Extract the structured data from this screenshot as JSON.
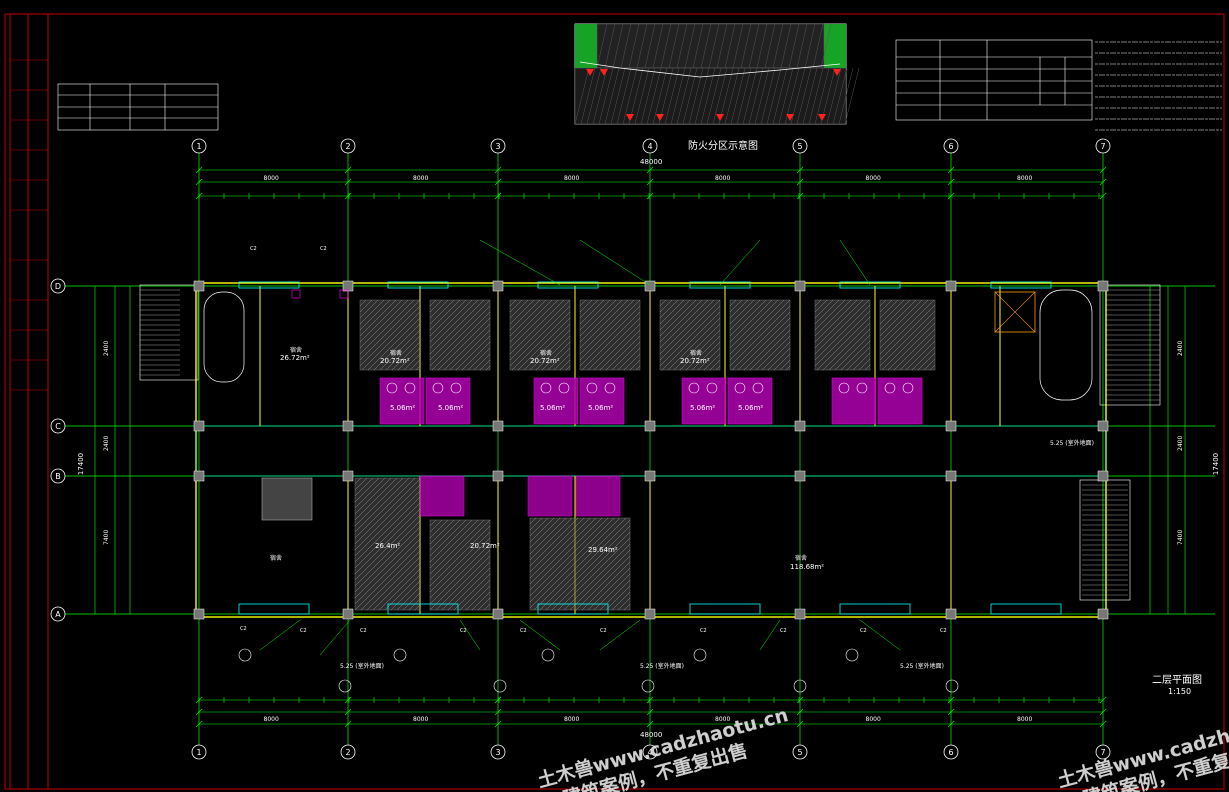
{
  "drawing": {
    "plan_title": "二层平面图",
    "plan_scale": "1:150",
    "fire_zone_title": "防火分区示意图",
    "overall_dim": "48000",
    "bay_dim": "8000",
    "axes_numbers": [
      "1",
      "2",
      "3",
      "4",
      "5",
      "6",
      "7"
    ],
    "axes_letters": [
      "D",
      "C",
      "B",
      "A"
    ],
    "axis_spacing_left": [
      "2400",
      "2400",
      "7400"
    ],
    "axis_spacing_right": [
      "2400",
      "2400",
      "7400"
    ],
    "total_depth": "17400",
    "room_areas": [
      "26.72m²",
      "20.72m²",
      "20.72m²",
      "20.72m²",
      "5.06m²",
      "5.06m²",
      "5.06m²",
      "5.06m²",
      "5.06m²",
      "5.06m²",
      "118.68m²",
      "26.4m²",
      "20.72m²",
      "29.64m²"
    ],
    "room_name": "宿舍",
    "elevations": [
      "5.25 (室外地面)",
      "5.25 (室外地面)",
      "5.25 (室外地面)",
      "5.25 (室外地面)"
    ],
    "window_tags": [
      "C2",
      "C2",
      "C2",
      "C2",
      "C2",
      "C2",
      "C2",
      "C2",
      "C2",
      "C2",
      "C2",
      "C2"
    ]
  },
  "watermark": {
    "line1": "土木兽www.cadzhaotu.cn",
    "line2": "建筑案例，不重复出售"
  },
  "colors": {
    "bg": "#000000",
    "axis": "#00ff00",
    "wall": "#ffff00",
    "hatch": "#ff00ff",
    "cyan": "#00ffff",
    "red": "#ff3030"
  }
}
